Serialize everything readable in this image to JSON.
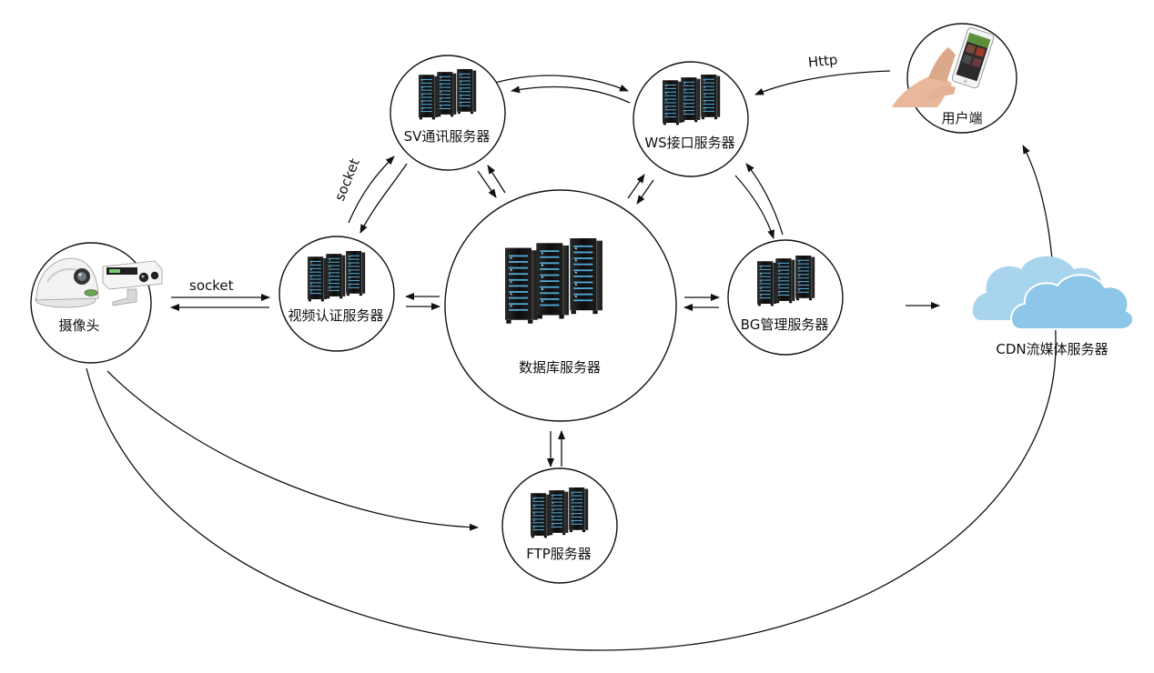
{
  "nodes": {
    "camera": "摄像头",
    "video_auth": "视频认证服务器",
    "sv": "SV通讯服务器",
    "ws": "WS接口服务器",
    "database": "数据库服务器",
    "bg": "BG管理服务器",
    "ftp": "FTP服务器",
    "cdn": "CDN流媒体服务器",
    "client": "用户端"
  },
  "edges": {
    "camera_video_auth": "socket",
    "video_auth_sv": "socket",
    "client_ws": "Http"
  },
  "colors": {
    "stroke": "#111111",
    "cloud": "#a8d4ee",
    "server_glow": "#5ab8e8"
  }
}
